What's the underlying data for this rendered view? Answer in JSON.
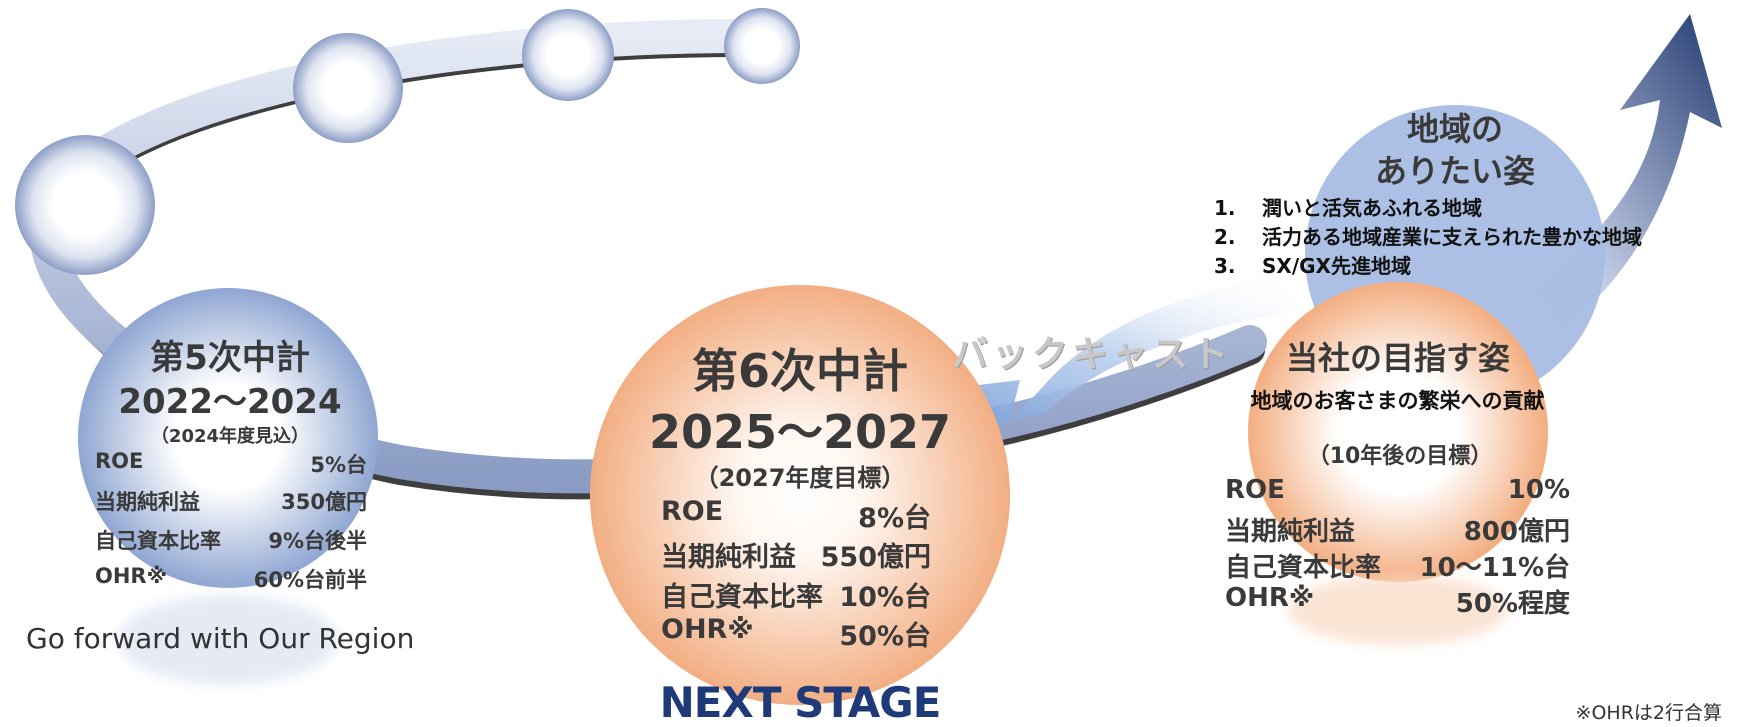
{
  "colors": {
    "navy": "#1f3a78",
    "ring": "#b3c0dc",
    "peach": "#f3b58b",
    "blue": "#93acd7",
    "text": "#3a3a3a"
  },
  "plan5": {
    "title": "第5次中計",
    "years": "2022～2024",
    "note": "（2024年度見込）",
    "rows": [
      {
        "label": "ROE",
        "value": "5%台"
      },
      {
        "label": "当期純利益",
        "value": "350億円"
      },
      {
        "label": "自己資本比率",
        "value": "9%台後半"
      },
      {
        "label": "OHR※",
        "value": "60%台前半"
      }
    ]
  },
  "plan6": {
    "title": "第6次中計",
    "years": "2025～2027",
    "note": "（2027年度目標）",
    "rows": [
      {
        "label": "ROE",
        "value": "8%台"
      },
      {
        "label": "当期純利益",
        "value": "550億円"
      },
      {
        "label": "自己資本比率",
        "value": "10%台"
      },
      {
        "label": "OHR※",
        "value": "50%台"
      }
    ]
  },
  "company": {
    "title": "当社の目指す姿",
    "subtitle": "地域のお客さまの繁栄への貢献",
    "note": "（10年後の目標）",
    "rows": [
      {
        "label": "ROE",
        "value": "10%"
      },
      {
        "label": "当期純利益",
        "value": "800億円"
      },
      {
        "label": "自己資本比率",
        "value": "10～11%台"
      },
      {
        "label": "OHR※",
        "value": "50%程度"
      }
    ]
  },
  "region": {
    "title_line1": "地域の",
    "title_line2": "ありたい姿",
    "items": [
      {
        "num": "1.",
        "text": "潤いと活気あふれる地域"
      },
      {
        "num": "2.",
        "text": "活力ある地域産業に支えられた豊かな地域"
      },
      {
        "num": "3.",
        "text": "SX/GX先進地域"
      }
    ]
  },
  "backcast_label": "バックキャスト",
  "slogan": "Go forward with Our Region",
  "next_stage": "NEXT STAGE",
  "footnote": "※OHRは2行合算"
}
